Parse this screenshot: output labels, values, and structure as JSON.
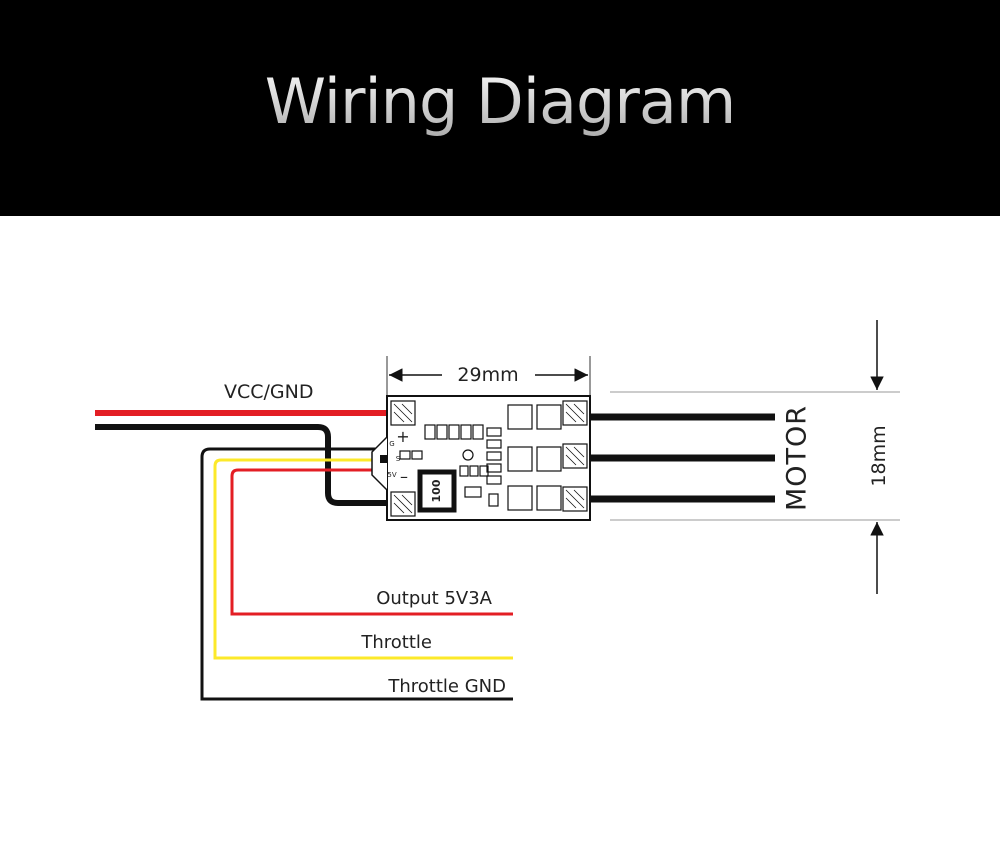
{
  "header": {
    "title": "Wiring Diagram"
  },
  "labels": {
    "width_dim": "29mm",
    "height_dim": "18mm",
    "power": "VCC/GND",
    "motor": "MOTOR",
    "output": "Output 5V3A",
    "throttle": "Throttle",
    "throttle_gnd": "Throttle GND"
  },
  "board": {
    "pin_plus": "+",
    "pin_minus": "–",
    "pin_g": "G",
    "pin_s": "S",
    "pin_5v": "5V",
    "chip_marking": "100"
  },
  "colors": {
    "red_wire": "#e31e24",
    "black_wire": "#111111",
    "yellow_wire": "#fce92a",
    "header_bg": "#000000"
  }
}
